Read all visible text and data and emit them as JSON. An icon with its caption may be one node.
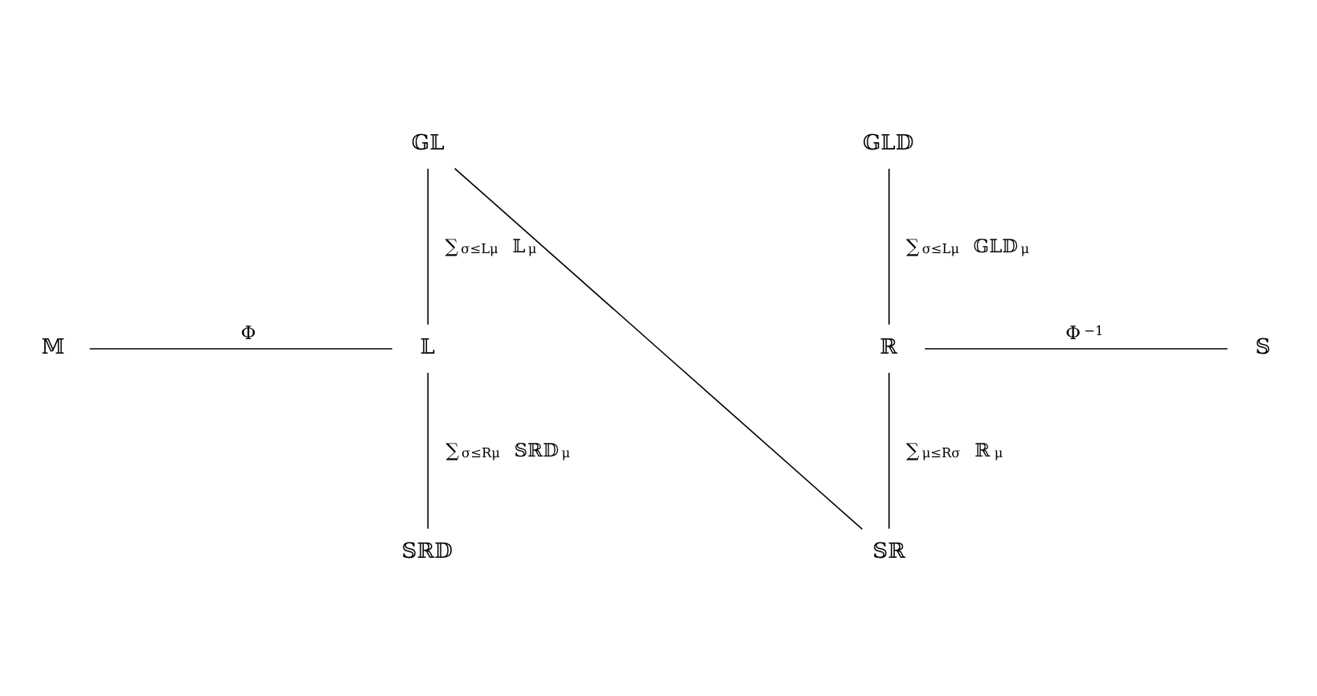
{
  "diagram": {
    "nodes": [
      {
        "text": [
          "𝔾𝕃"
        ]
      },
      {
        "text": [
          "𝔾𝕃𝔻"
        ]
      },
      {
        "text": [
          "𝕄"
        ]
      },
      {
        "text": [
          "𝕃"
        ]
      },
      {
        "text": [
          "ℝ"
        ]
      },
      {
        "text": [
          "𝕊"
        ]
      },
      {
        "text": [
          "𝕊ℝ𝔻"
        ]
      },
      {
        "text": [
          "𝕊ℝ"
        ]
      }
    ],
    "edges": [
      {
        "from": 0,
        "to": 3,
        "arrow": "none",
        "label": "∑$_{σ≤Lμ}$ 𝕃$_{μ}$"
      },
      {
        "from": 1,
        "to": 4,
        "arrow": "none",
        "label": "∑$_{σ≤Lμ}$ 𝔾𝕃𝔻$_{μ}$"
      },
      {
        "from": 2,
        "to": 3,
        "arrow": "none",
        "label": "Φ"
      },
      {
        "from": 4,
        "to": 5,
        "arrow": "none",
        "label": "Φ$^{−1}$"
      },
      {
        "from": 3,
        "to": 6,
        "arrow": "none",
        "label": "∑$_{σ≤Rμ}$ 𝕊ℝ𝔻$_{μ}$"
      },
      {
        "from": 4,
        "to": 7,
        "arrow": "none",
        "label": "∑$_{μ≤Rσ}$ ℝ$_{μ}$"
      },
      {
        "from": 0,
        "to": 7,
        "arrow": "none"
      }
    ]
  }
}
